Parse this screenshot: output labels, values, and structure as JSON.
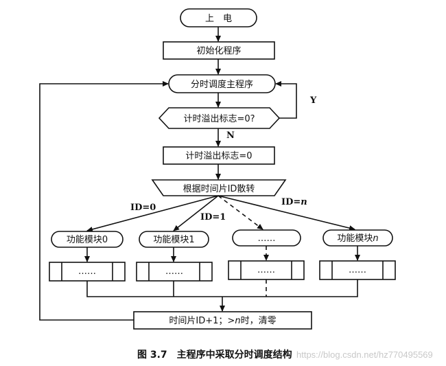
{
  "nodes": {
    "power_on": "上　电",
    "init": "初始化程序",
    "main": "分时调度主程序",
    "timeout_check": "计时溢出标志=0?",
    "clear_flag": "计时溢出标志=0",
    "dispatch": "根据时间片ID散转",
    "module0": "功能模块0",
    "module1": "功能模块1",
    "module_dots": "……",
    "modulen_prefix": "功能模块",
    "modulen_suffix": "n",
    "sub_dots": "……",
    "increment_prefix": "时间片ID+1；>",
    "increment_n": "n",
    "increment_suffix": "时，清零"
  },
  "edges": {
    "yes": "Y",
    "no": "N",
    "id0": "ID=0",
    "id1": "ID=1",
    "idn_prefix": "ID=",
    "idn_suffix": "n"
  },
  "caption": "图 3.7　主程序中采取分时调度结构",
  "watermark": "https://blog.csdn.net/hz770495569"
}
